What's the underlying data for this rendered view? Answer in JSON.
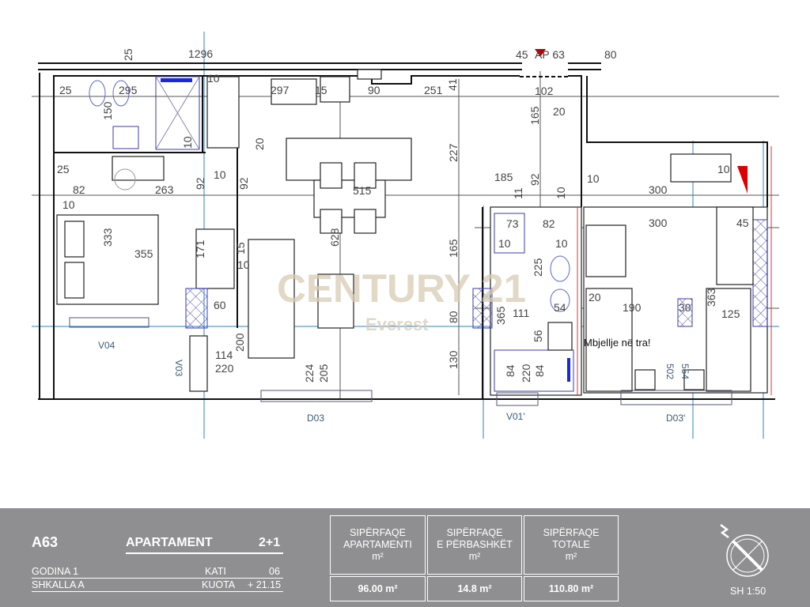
{
  "plan": {
    "unit_label": "AP 63",
    "note": "Mbjellje në tra!",
    "watermark": {
      "brand": "CENTURY 21",
      "sub": "Everest"
    },
    "openings": [
      "V04",
      "V03",
      "D03",
      "V01'",
      "D03'"
    ],
    "dims": [
      "1296",
      "25",
      "25",
      "295",
      "10",
      "297",
      "15",
      "90",
      "251",
      "41",
      "150",
      "10",
      "20",
      "25",
      "82",
      "263",
      "10",
      "92",
      "10",
      "92",
      "515",
      "227",
      "333",
      "355",
      "171",
      "15",
      "628",
      "165",
      "10",
      "60",
      "80",
      "114",
      "220",
      "200",
      "224",
      "205",
      "130",
      "102",
      "20",
      "165",
      "185",
      "92",
      "11",
      "10",
      "10",
      "300",
      "10",
      "45",
      "300",
      "73",
      "82",
      "10",
      "10",
      "225",
      "365",
      "111",
      "54",
      "20",
      "190",
      "30",
      "363",
      "125",
      "56",
      "84",
      "220",
      "84",
      "502",
      "554",
      "45",
      "80"
    ]
  },
  "legend": {
    "unit_code": "A63",
    "type_label": "APARTAMENT",
    "type_value": "2+1",
    "building_label": "GODINA 1",
    "floor_label": "KATI",
    "floor_value": "06",
    "stair_label": "SHKALLA A",
    "level_label": "KUOTA",
    "level_value": "+ 21.15",
    "areas": [
      {
        "line1": "SIPËRFAQE",
        "line2": "APARTAMENTI",
        "unit": "m²",
        "value": "96.00 m²"
      },
      {
        "line1": "SIPËRFAQE",
        "line2": "E PËRBASHKËT",
        "unit": "m²",
        "value": "14.8 m²"
      },
      {
        "line1": "SIPËRFAQE",
        "line2": "TOTALE",
        "unit": "m²",
        "value": "110.80 m²"
      }
    ],
    "scale": "SH 1:50",
    "north_icon": "compass-north-icon"
  }
}
